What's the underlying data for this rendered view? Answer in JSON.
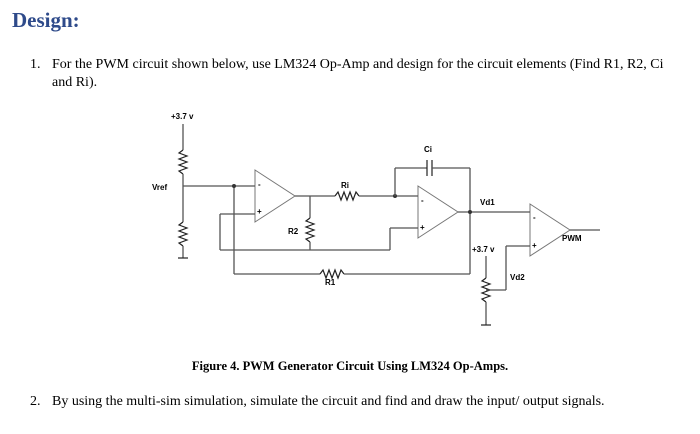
{
  "heading": "Design:",
  "items": [
    {
      "number": "1.",
      "text": "For the PWM circuit shown below, use LM324 Op-Amp and design for the circuit elements (Find R1, R2, Ci and Ri)."
    },
    {
      "number": "2.",
      "text": "By using the multi-sim simulation, simulate the circuit and find and draw the input/ output signals."
    }
  ],
  "figure": {
    "caption": "Figure 4. PWM Generator Circuit Using LM324 Op-Amps.",
    "labels": {
      "supply_top": "+3.7 v",
      "vref": "Vref",
      "r2": "R2",
      "ri": "Ri",
      "ci": "Ci",
      "r1": "R1",
      "vd1": "Vd1",
      "supply_mid": "+3.7 v",
      "vd2": "Vd2",
      "pwm": "PWM",
      "minus": "-",
      "plus": "+"
    }
  }
}
